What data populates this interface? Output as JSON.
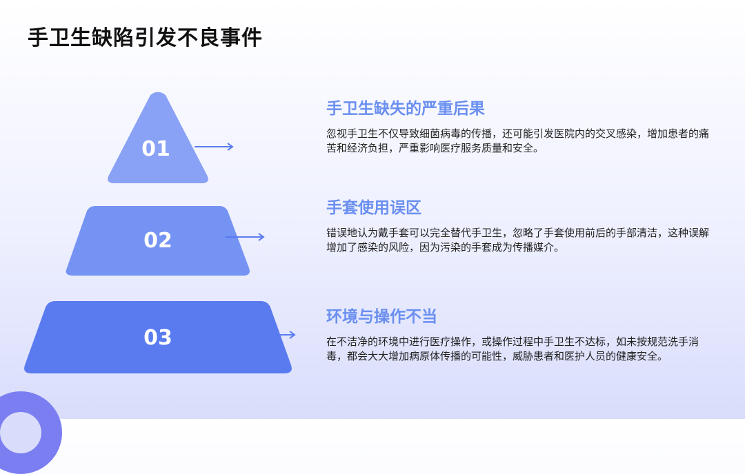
{
  "title": "手卫生缺陷引发不良事件",
  "colors": {
    "accent_text": "#6b8ff0",
    "tier1": "#8aa2f5",
    "tier2": "#7593f3",
    "tier3": "#5a7bf0",
    "arrow": "#5a7bf0"
  },
  "items": [
    {
      "number": "01",
      "heading": "手卫生缺失的严重后果",
      "body": "忽视手卫生不仅导致细菌病毒的传播，还可能引发医院内的交叉感染，增加患者的痛苦和经济负担，严重影响医疗服务质量和安全。"
    },
    {
      "number": "02",
      "heading": "手套使用误区",
      "body": "错误地认为戴手套可以完全替代手卫生，忽略了手套使用前后的手部清洁，这种误解增加了感染的风险，因为污染的手套成为传播媒介。"
    },
    {
      "number": "03",
      "heading": "环境与操作不当",
      "body": "在不洁净的环境中进行医疗操作，或操作过程中手卫生不达标，如未按规范洗手消毒，都会大大增加病原体传播的可能性，威胁患者和医护人员的健康安全。"
    }
  ]
}
